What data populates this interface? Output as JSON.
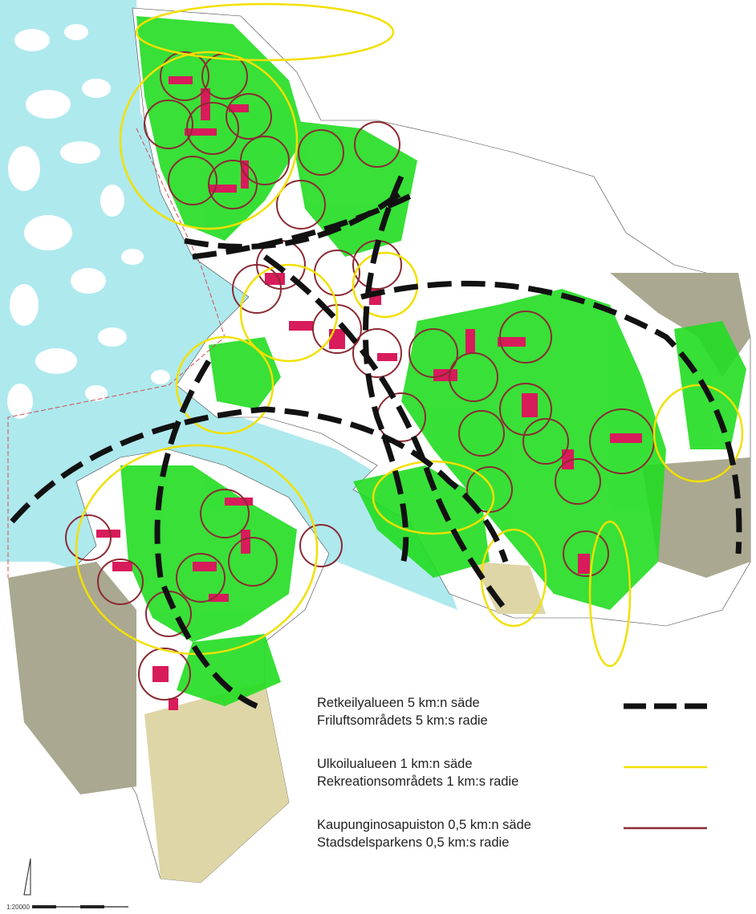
{
  "map": {
    "colors": {
      "water": "#aee9ee",
      "land": "#ffffff",
      "green_area": "#22dd22",
      "built": "#d81b5b",
      "rural": "#aaa890",
      "field": "#ded6a6",
      "radius_5km": "#111111",
      "radius_1km": "#f2e000",
      "radius_05km": "#8b2a33",
      "boundary": "#d05050"
    },
    "icons": [
      "north-arrow-icon",
      "scale-bar-icon"
    ]
  },
  "legend": {
    "items": [
      {
        "line1": "Retkeilyalueen 5 km:n säde",
        "line2": "Friluftsområdets 5 km:s radie",
        "style": "dashed-black"
      },
      {
        "line1": "Ulkoilualueen 1 km:n säde",
        "line2": "Rekreationsområdets 1 km:s radie",
        "style": "solid-yellow"
      },
      {
        "line1": "Kaupunginosapuiston 0,5 km:n säde",
        "line2": "Stadsdelsparkens 0,5 km:s radie",
        "style": "solid-brown"
      }
    ]
  },
  "scale": {
    "label": "1:20000"
  }
}
